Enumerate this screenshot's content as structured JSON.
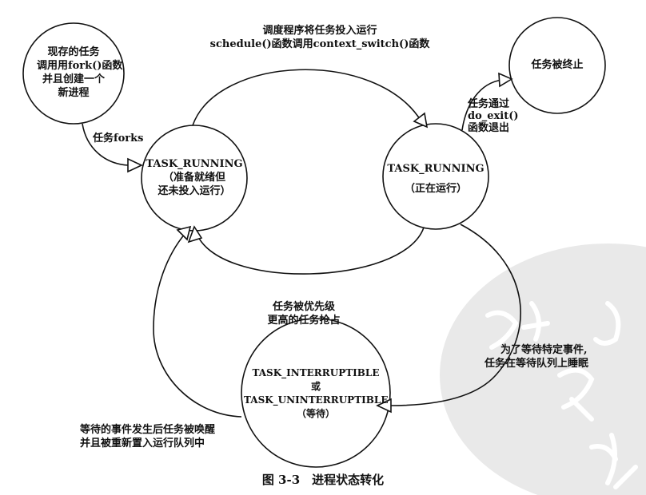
{
  "nodes": {
    "existing_task": [
      "现存的任务",
      "调用用fork()函数",
      "并且创建一个",
      "新进程"
    ],
    "terminated": "任务被终止",
    "running_ready": [
      "TASK_RUNNING",
      "（准备就绪但",
      "还未投入运行）"
    ],
    "running_active": [
      "TASK_RUNNING",
      "（正在运行）"
    ],
    "waiting": [
      "TASK_INTERRUPTIBLE",
      "或",
      "TASK_UNINTERRUPTIBLE",
      "（等待）"
    ]
  },
  "edges": {
    "fork": "任务forks",
    "schedule": [
      "调度程序将任务投入运行",
      "schedule()函数调用context_switch()函数"
    ],
    "exit": [
      "任务通过",
      "do_exit()",
      "函数退出"
    ],
    "preempt": [
      "任务被优先级",
      "更高的任务抢占"
    ],
    "sleep": [
      "为了等待特定事件,",
      "任务在等待队列上睡眠"
    ],
    "wake": [
      "等待的事件发生后任务被唤醒",
      "并且被重新置入运行队列中"
    ]
  },
  "caption": "图 3-3　进程状态转化",
  "watermark": "亦步亦趋"
}
